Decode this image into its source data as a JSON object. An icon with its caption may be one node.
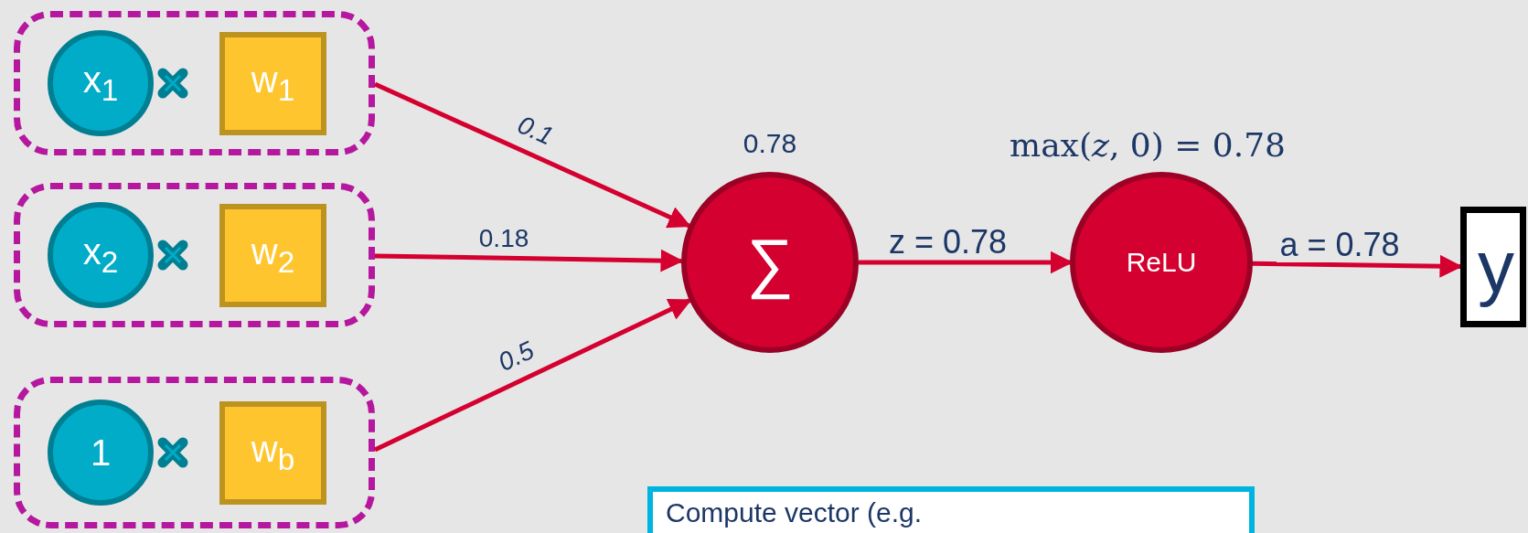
{
  "diagram": {
    "nodes": [
      {
        "text": [],
        "shape": "box"
      },
      {
        "text": [
          "x$_{1}$"
        ],
        "in": 0
      },
      {
        "text": [
          "w$_{1}$"
        ],
        "in": 0
      },
      {
        "text": [],
        "shape": "box"
      },
      {
        "text": [
          "x$_{2}$"
        ],
        "in": 3
      },
      {
        "text": [
          "w$_{2}$"
        ],
        "in": 3
      },
      {
        "text": [],
        "shape": "box"
      },
      {
        "text": [
          "1"
        ],
        "in": 6
      },
      {
        "text": [
          "w$_{b}$"
        ],
        "in": 6
      },
      {
        "text": [
          "∑"
        ],
        "beside": [
          "0.78"
        ]
      },
      {
        "text": [
          "ReLU"
        ],
        "beside": [
          "max(*z*, 0) = 0.78"
        ]
      },
      {
        "text": [
          "y"
        ]
      },
      {
        "text": [
          "Compute vector (e.g."
        ]
      }
    ],
    "edges": [
      {
        "from": 0,
        "to": 9,
        "arrow": "to",
        "label": "0.1"
      },
      {
        "from": 3,
        "to": 9,
        "arrow": "to",
        "label": "0.18"
      },
      {
        "from": 6,
        "to": 9,
        "arrow": "to",
        "label": "0.5"
      },
      {
        "from": 9,
        "to": 10,
        "arrow": "to",
        "label": "z = 0.78"
      },
      {
        "from": 10,
        "to": 11,
        "arrow": "to",
        "label": "a = 0.78"
      }
    ]
  }
}
